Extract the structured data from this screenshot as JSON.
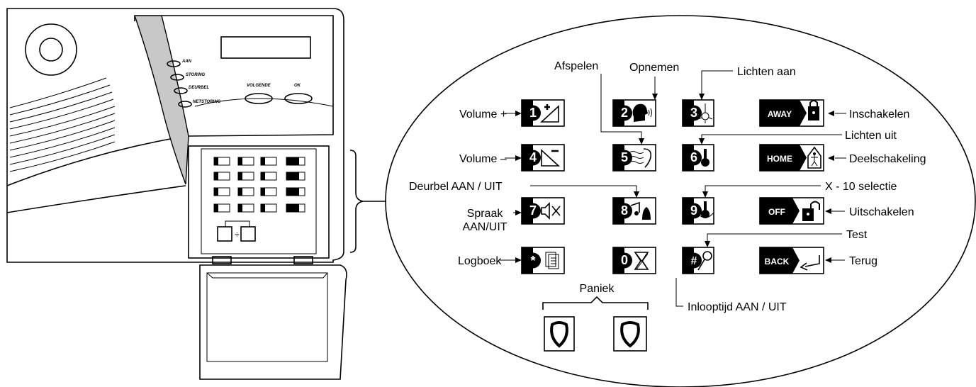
{
  "panel": {
    "indicators": [
      "AAN",
      "STORING",
      "DEURBEL",
      "NETSTORING"
    ],
    "buttons": [
      "VOLGENDE",
      "OK"
    ]
  },
  "keys": {
    "1": "1",
    "2": "2",
    "3": "3",
    "4": "4",
    "5": "5",
    "6": "6",
    "7": "7",
    "8": "8",
    "9": "9",
    "0": "0",
    "star": "*",
    "hash": "#",
    "away": "AWAY",
    "home": "HOME",
    "off": "OFF",
    "back": "BACK"
  },
  "labels": {
    "afspelen": "Afspelen",
    "opnemen": "Opnemen",
    "lichten_aan": "Lichten aan",
    "volume_plus": "Volume +",
    "inschakelen": "Inschakelen",
    "lichten_uit": "Lichten uit",
    "volume_min": "Volume –",
    "deelschakeling": "Deelschakeling",
    "deurbel": "Deurbel AAN / UIT",
    "x10": "X - 10 selectie",
    "spraak_1": "Spraak",
    "spraak_2": "AAN/UIT",
    "uitschakelen": "Uitschakelen",
    "test": "Test",
    "logboek": "Logboek",
    "terug": "Terug",
    "paniek": "Paniek",
    "inlooptijd": "Inlooptijd AAN / UIT"
  }
}
